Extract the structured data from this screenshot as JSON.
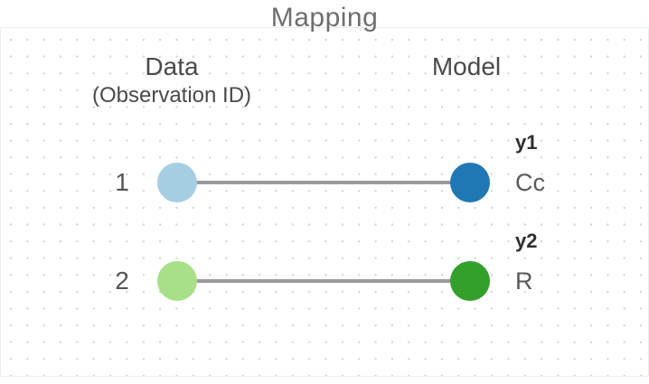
{
  "title": "Mapping",
  "columns": {
    "data": {
      "title": "Data",
      "subtitle": "(Observation ID)"
    },
    "model": {
      "title": "Model"
    }
  },
  "rows": [
    {
      "observation_id": "1",
      "model_var": "y1",
      "model_detail": "Cc",
      "source_color": "#a6cee3",
      "target_color": "#1f78b4"
    },
    {
      "observation_id": "2",
      "model_var": "y2",
      "model_detail": "R",
      "source_color": "#a9df88",
      "target_color": "#33a02c"
    }
  ],
  "colors": {
    "connector": "#9a9a9a",
    "dot_grid": "#cdd5dd"
  }
}
